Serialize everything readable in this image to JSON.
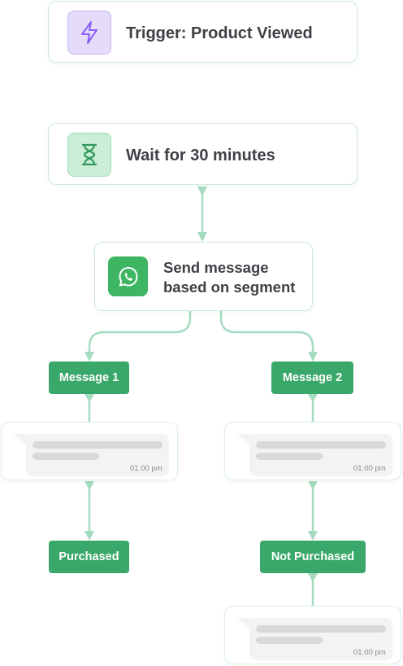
{
  "trigger": {
    "title": "Trigger: Product Viewed",
    "icon": "lightning-icon"
  },
  "wait": {
    "title": "Wait for 30 minutes",
    "icon": "hourglass-icon"
  },
  "send": {
    "title_line1": "Send message",
    "title_line2": "based on segment",
    "icon": "whatsapp-icon"
  },
  "branches": {
    "left": {
      "label": "Message 1",
      "message_time": "01.00 pm",
      "outcome": "Purchased"
    },
    "right": {
      "label": "Message 2",
      "message_time": "01.00 pm",
      "outcome": "Not Purchased",
      "followup_time": "01.00 pm"
    }
  },
  "colors": {
    "connector": "#a5dcc0",
    "pill": "#3aa86a",
    "whatsapp": "#3eb562",
    "trigger_icon_bg": "#e5dcfb",
    "wait_icon_bg": "#cbeed6"
  }
}
